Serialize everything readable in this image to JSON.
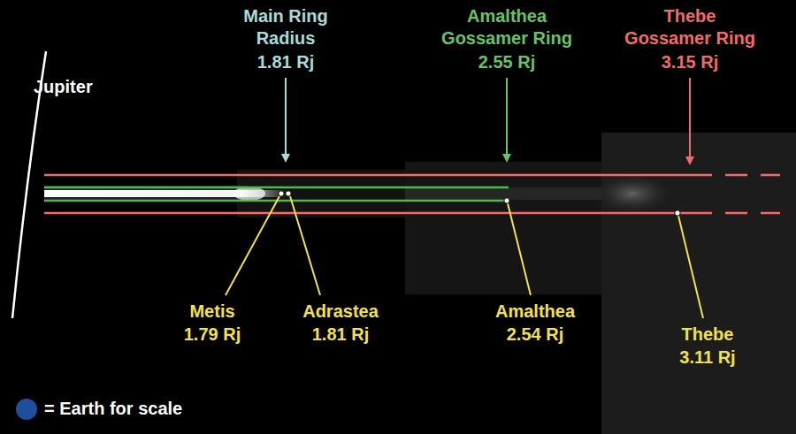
{
  "diagram": {
    "labels": [
      "Jupiter",
      "Main Ring Radius",
      "1.81 Rj",
      "Amalthea Gossamer Ring",
      "2.55 Rj",
      "Thebe Gossamer Ring",
      "3.15 Rj",
      "Metis",
      "1.79 Rj",
      "Adrastea",
      "1.81 Rj",
      "Amalthea",
      "2.54 Rj",
      "Thebe",
      "3.11 Rj"
    ],
    "legend": [
      {
        "text": "= Earth for scale",
        "color": "#1f4e9c"
      }
    ]
  }
}
